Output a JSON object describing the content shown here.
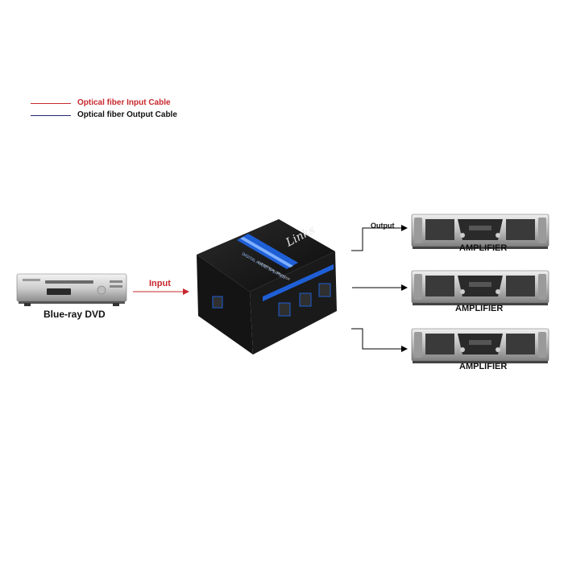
{
  "legend": {
    "input_cable": "Optical fiber Input Cable",
    "output_cable": "Optical fiber Output Cable",
    "input_color": "#c8282d",
    "output_color": "#1e2a6e"
  },
  "source": {
    "label": "Blue-ray DVD",
    "icon": "dvd-player-icon"
  },
  "splitter": {
    "icon": "optical-audio-splitter-icon",
    "brand": "Links",
    "product_text": "DIGITAL AUDIO SPLITTER",
    "model_text": "1x3 OPTICAL SPLITTER",
    "accent_color": "#1f5fd6"
  },
  "connections": {
    "input_label": "Input",
    "output_label": "Output",
    "input_arrow_color": "#c8282d",
    "output_arrow_color": "#000000"
  },
  "amplifiers": [
    {
      "label": "AMPLIFIER",
      "icon": "amplifier-icon"
    },
    {
      "label": "AMPLIFIER",
      "icon": "amplifier-icon"
    },
    {
      "label": "AMPLIFIER",
      "icon": "amplifier-icon"
    }
  ]
}
